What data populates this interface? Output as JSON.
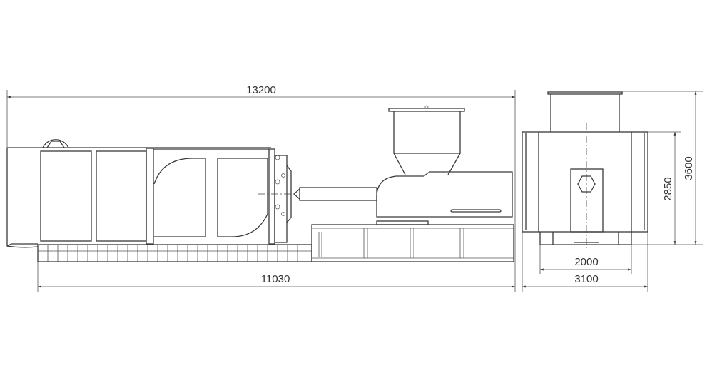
{
  "drawing": {
    "title": "Injection molding machine dimensions",
    "dimensions": {
      "overall_length": "13200",
      "base_length": "11030",
      "overall_width": "3100",
      "base_width": "2000",
      "body_height": "2850",
      "overall_height": "3600"
    },
    "line_color": "#3a3a3a"
  }
}
